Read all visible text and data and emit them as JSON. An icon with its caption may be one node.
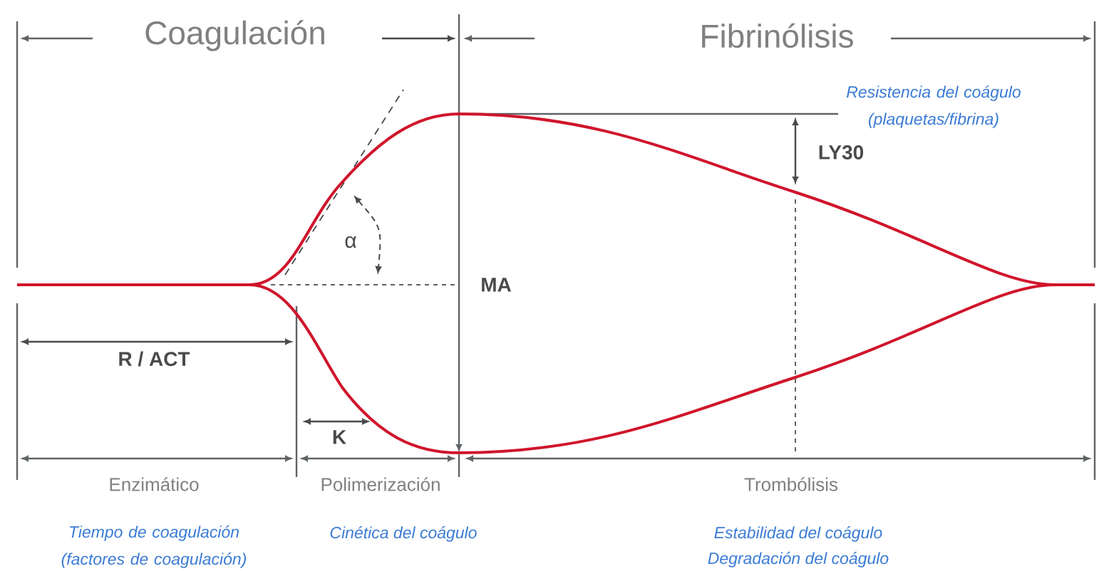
{
  "diagram": {
    "labels": [
      "Coagulación",
      "Fibrinólisis",
      "Resistencia del coágulo (plaquetas/fibrina)",
      "LY30",
      "α",
      "MA",
      "R / ACT",
      "K",
      "Enzimático",
      "Polimerización",
      "Trombólisis",
      "Tiempo de coagulación (factores de coagulación)",
      "Cinética del coágulo",
      "Estabilidad del coágulo",
      "Degradación del coágulo"
    ]
  }
}
